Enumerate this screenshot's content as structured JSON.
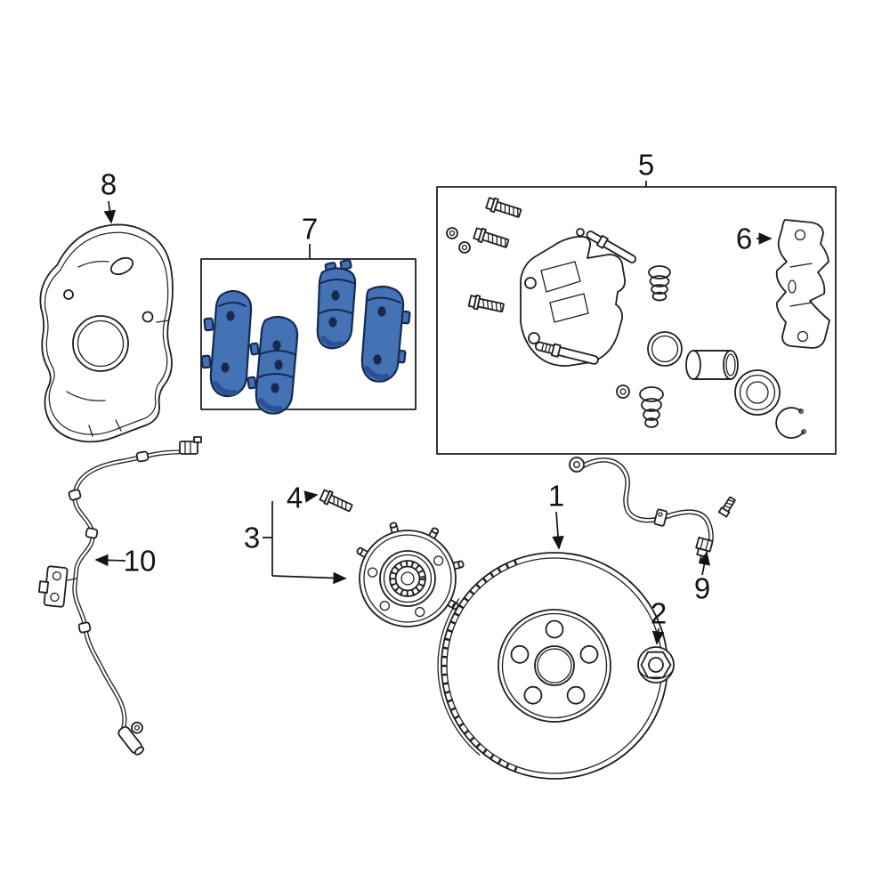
{
  "figure": {
    "type": "exploded-parts-diagram",
    "subject": "front disc brake assembly",
    "background": "#ffffff",
    "line_color": "#1f1f1f",
    "label_color": "#141414",
    "highlight": {
      "fill": "#4571b5",
      "shade": "#2a5191",
      "outline": "#142a4e"
    },
    "callouts": [
      {
        "number": "1",
        "part": "brake-rotor"
      },
      {
        "number": "2",
        "part": "hub-nut"
      },
      {
        "number": "3",
        "part": "wheel-hub-bearing-assembly"
      },
      {
        "number": "4",
        "part": "hub-mounting-bolt"
      },
      {
        "number": "5",
        "part": "caliper-assembly"
      },
      {
        "number": "6",
        "part": "caliper-mounting-bracket"
      },
      {
        "number": "7",
        "part": "brake-pad-set",
        "highlighted": true
      },
      {
        "number": "8",
        "part": "brake-dust-shield"
      },
      {
        "number": "9",
        "part": "brake-hose"
      },
      {
        "number": "10",
        "part": "abs-wheel-speed-sensor"
      }
    ]
  }
}
